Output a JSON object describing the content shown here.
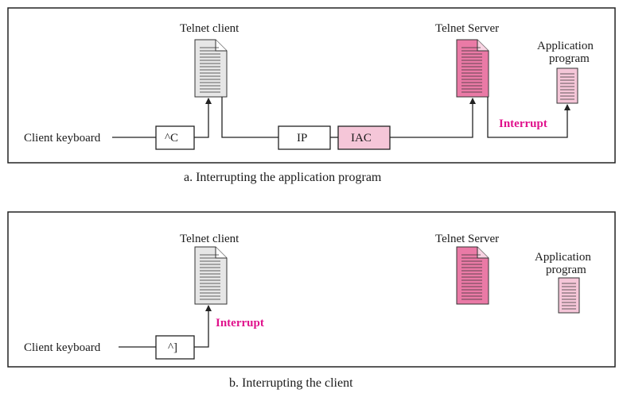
{
  "panel_a": {
    "telnet_client_label": "Telnet client",
    "telnet_server_label": "Telnet Server",
    "application_label_line1": "Application",
    "application_label_line2": "program",
    "client_keyboard_label": "Client keyboard",
    "key_box_label": "^C",
    "ip_box_label": "IP",
    "iac_box_label": "IAC",
    "interrupt_label": "Interrupt",
    "caption": "a. Interrupting the application program"
  },
  "panel_b": {
    "telnet_client_label": "Telnet client",
    "telnet_server_label": "Telnet Server",
    "application_label_line1": "Application",
    "application_label_line2": "program",
    "client_keyboard_label": "Client keyboard",
    "key_box_label": "^]",
    "interrupt_label": "Interrupt",
    "caption": "b. Interrupting the client"
  },
  "colors": {
    "frame": "#222222",
    "interrupt_text": "#e0128c",
    "client_doc_fill": "#e6e6e6",
    "server_doc_fill": "#ea7aa6",
    "app_doc_fill": "#f5c6d8",
    "iac_fill": "#f5c6d8",
    "caption_text": "#1a1a1a"
  },
  "icons": {
    "document": "document-page-icon",
    "arrow": "arrowhead-icon"
  }
}
